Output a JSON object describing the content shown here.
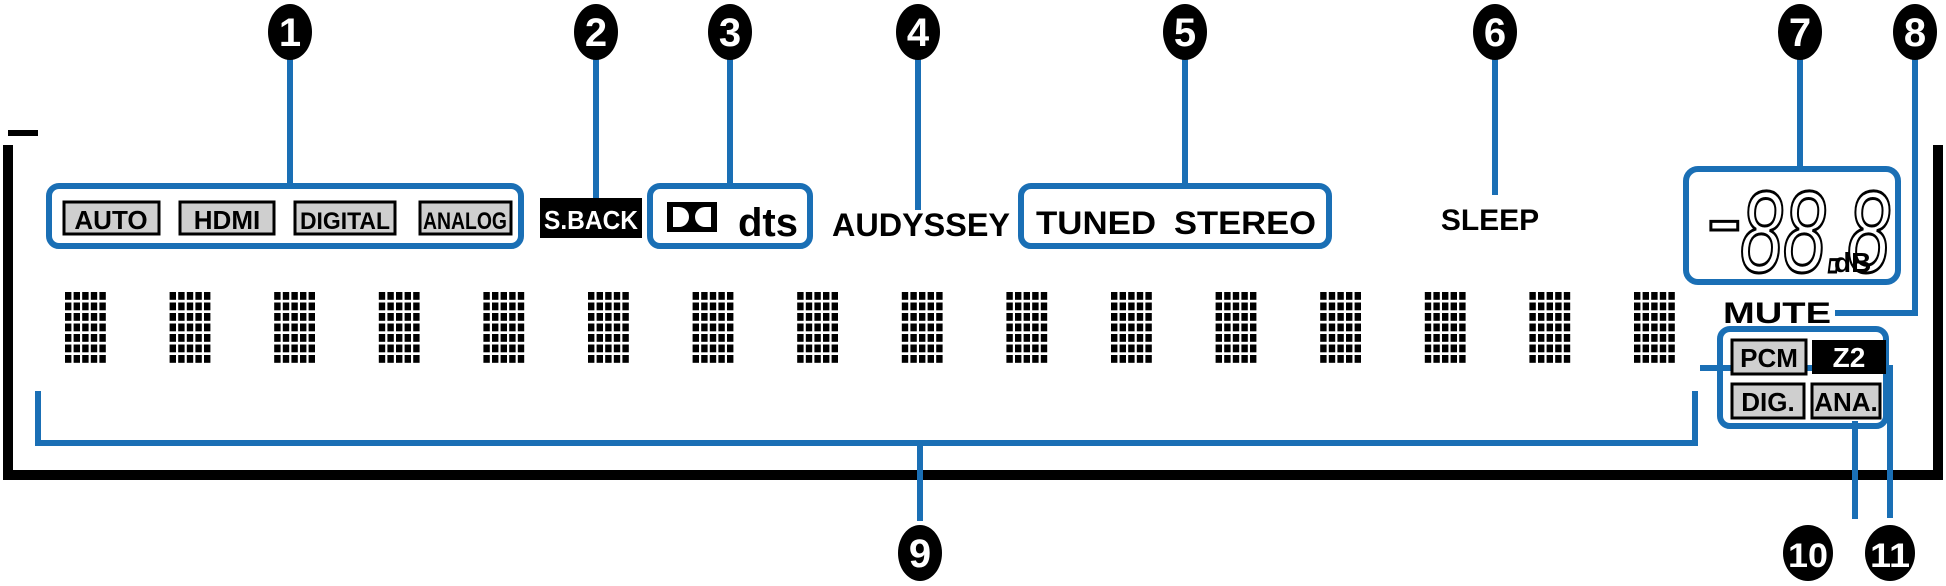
{
  "colors": {
    "highlight": "#1a6fb5",
    "ink": "#000000",
    "indicator_fill": "#cfcfcf",
    "background": "#ffffff"
  },
  "callouts": [
    "1",
    "2",
    "3",
    "4",
    "5",
    "6",
    "7",
    "8",
    "9",
    "10",
    "11"
  ],
  "group1": {
    "items": [
      "AUTO",
      "HDMI",
      "DIGITAL",
      "ANALOG"
    ]
  },
  "sback": "S.BACK",
  "decoder": {
    "dolby_icon": "dolby-double-d-icon",
    "dts": "dts"
  },
  "audyssey": "AUDYSSEY",
  "group5": {
    "tuned": "TUNED",
    "stereo": "STEREO"
  },
  "sleep": "SLEEP",
  "volume": {
    "minus": "-",
    "digits": "88.8",
    "unit": "dB"
  },
  "mute": "MUTE",
  "zone": "Z2",
  "inputs": [
    "PCM",
    "DIG.",
    "ANA."
  ],
  "info_display": {
    "char_count": 16
  }
}
